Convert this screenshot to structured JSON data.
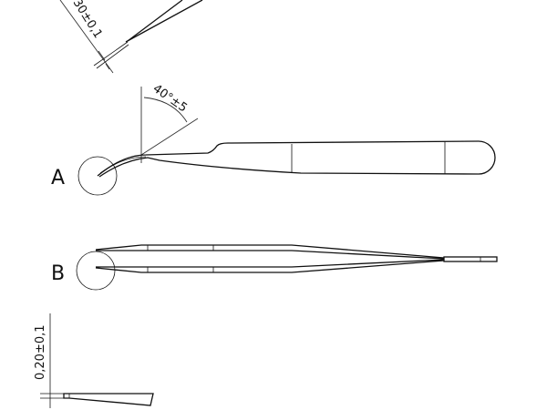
{
  "drawing": {
    "tip_thickness_top": "30±0,1",
    "bend_angle": "40°±5",
    "view_a_label": "A",
    "view_b_label": "B",
    "tip_thickness_bottom": "0,20±0,1"
  }
}
